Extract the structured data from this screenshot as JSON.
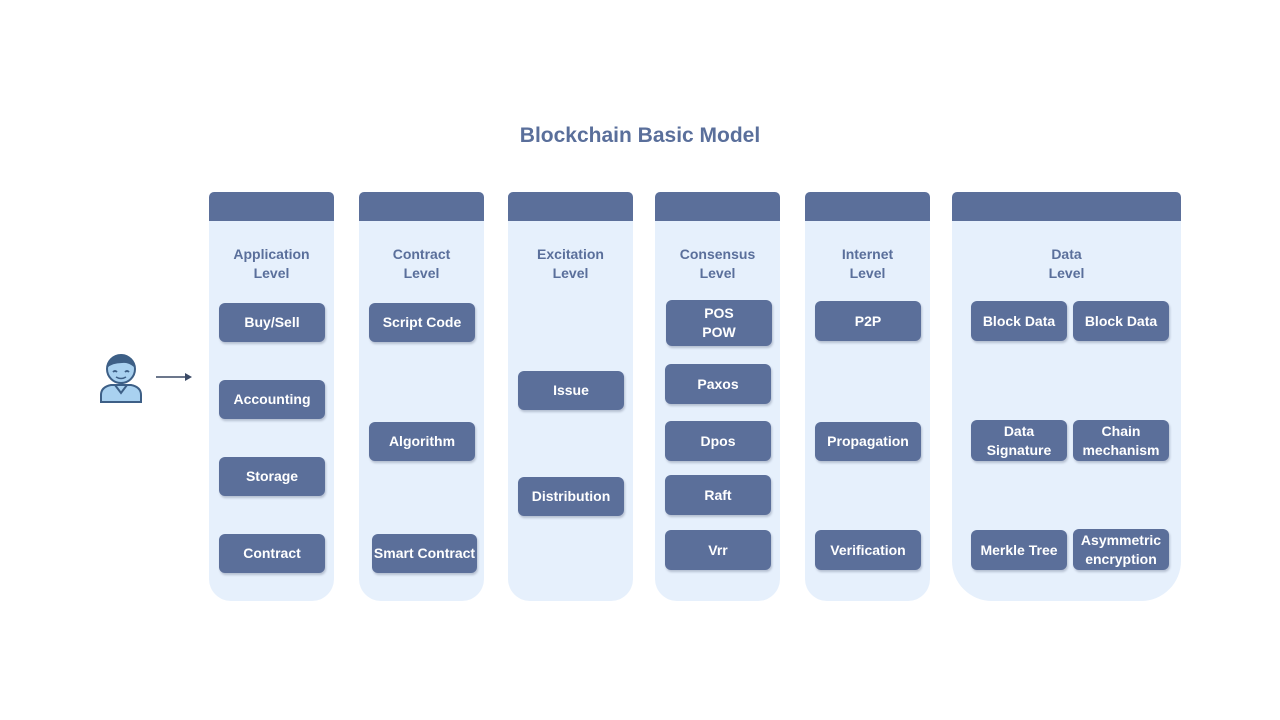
{
  "title": "Blockchain Basic Model",
  "icons": {
    "user": "user-icon",
    "arrow": "arrow-right-icon"
  },
  "colors": {
    "accent": "#5b6f9a",
    "column_bg": "#e6f0fc",
    "title": "#5a6f9b",
    "icon_fill": "#a9d1f0",
    "icon_stroke": "#3d5f86"
  },
  "levels": [
    {
      "label": "Application\nLevel",
      "items": [
        "Buy/Sell",
        "Accounting",
        "Storage",
        "Contract"
      ]
    },
    {
      "label": "Contract\nLevel",
      "items": [
        "Script Code",
        "Algorithm",
        "Smart Contract"
      ]
    },
    {
      "label": "Excitation\nLevel",
      "items": [
        "Issue",
        "Distribution"
      ]
    },
    {
      "label": "Consensus\nLevel",
      "items": [
        "POS\nPOW",
        "Paxos",
        "Dpos",
        "Raft",
        "Vrr"
      ]
    },
    {
      "label": "Internet\nLevel",
      "items": [
        "P2P",
        "Propagation",
        "Verification"
      ]
    },
    {
      "label": "Data\nLevel",
      "items": [
        "Block Data",
        "Block Data",
        "Data\nSignature",
        "Chain\nmechanism",
        "Merkle Tree",
        "Asymmetric\nencryption"
      ]
    }
  ]
}
